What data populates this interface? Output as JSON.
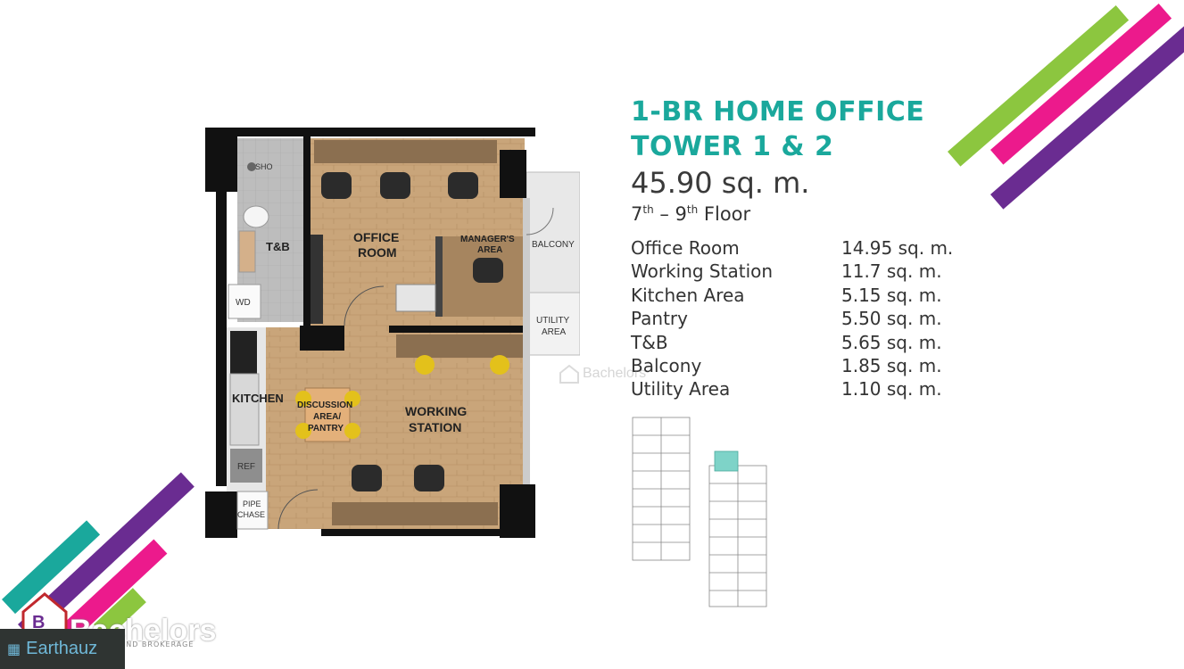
{
  "header": {
    "title_line1": "1-BR HOME OFFICE",
    "title_line2": "TOWER 1 & 2",
    "total_area": "45.90 sq. m.",
    "floor_start": "7",
    "floor_start_suffix": "th",
    "floor_sep": " – ",
    "floor_end": "9",
    "floor_end_suffix": "th",
    "floor_word": " Floor"
  },
  "specs": [
    {
      "name": "Office Room",
      "area": "14.95 sq. m."
    },
    {
      "name": "Working Station",
      "area": "11.7 sq. m."
    },
    {
      "name": "Kitchen Area",
      "area": "5.15 sq. m."
    },
    {
      "name": "Pantry",
      "area": "5.50 sq. m."
    },
    {
      "name": "T&B",
      "area": "5.65 sq. m."
    },
    {
      "name": "Balcony",
      "area": "1.85 sq. m."
    },
    {
      "name": "Utility Area",
      "area": "1.10 sq. m."
    }
  ],
  "floorplan": {
    "shower": "SHO",
    "tb": "T&B",
    "office1": "OFFICE",
    "office2": "ROOM",
    "manager1": "MANAGER'S",
    "manager2": "AREA",
    "balcony": "BALCONY",
    "utility1": "UTILITY",
    "utility2": "AREA",
    "wd": "WD",
    "kitchen": "KITCHEN",
    "discussion1": "DISCUSSION",
    "discussion2": "AREA/",
    "discussion3": "PANTRY",
    "working1": "WORKING",
    "working2": "STATION",
    "ref": "REF",
    "pipe1": "PIPE",
    "pipe2": "CHASE"
  },
  "watermark": {
    "text": "Bachelors"
  },
  "branding": {
    "bachelors": "Bachelors",
    "bachelors_sub": "REALTY AND BROKERAGE",
    "earthauz": "Earthauz"
  },
  "colors": {
    "teal": "#1aa89c",
    "green": "#8cc63f",
    "magenta": "#ec1a8c",
    "purple": "#6a2c91",
    "wood": "#c9a57a"
  }
}
